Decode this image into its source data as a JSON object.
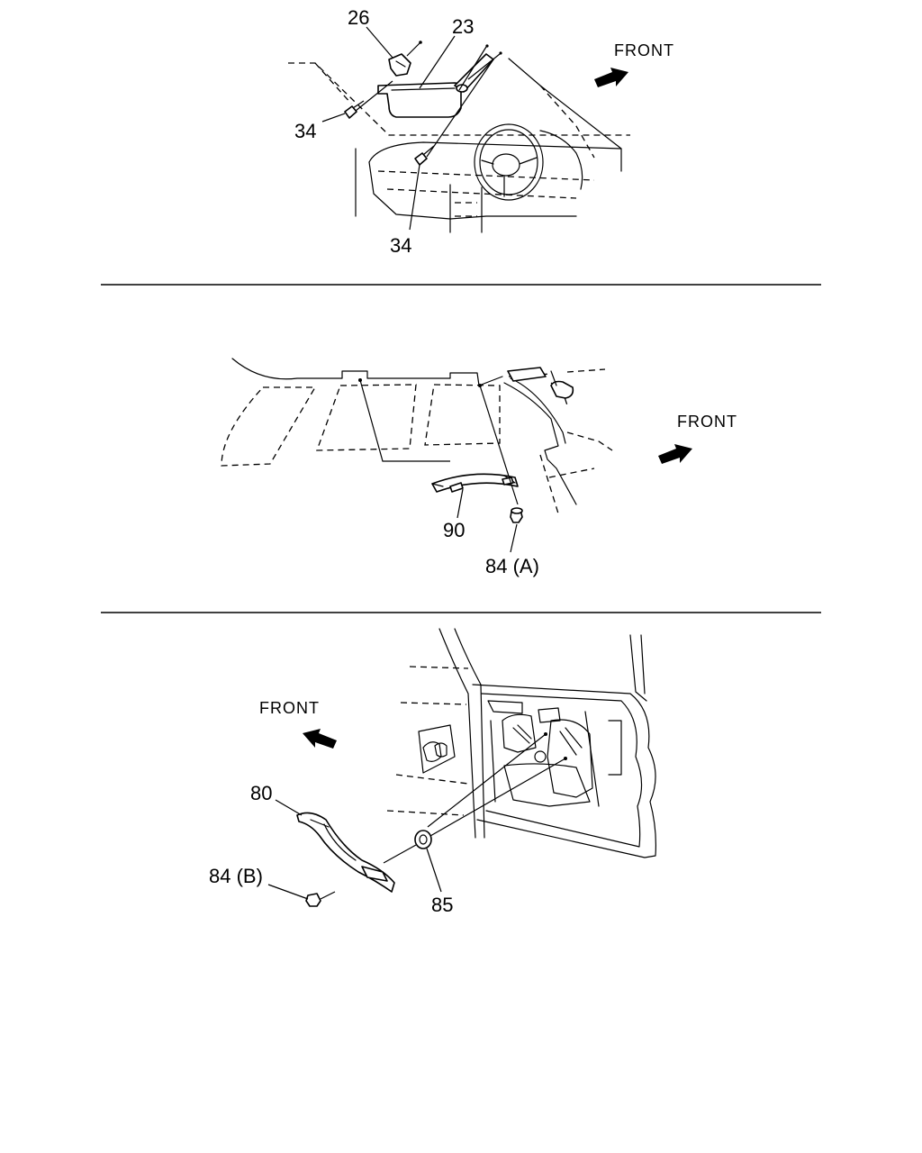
{
  "panels": [
    {
      "id": "sun-visor",
      "front_label": "FRONT",
      "callouts": {
        "visor": "23",
        "holder": "26",
        "screw_left": "34",
        "screw_bottom": "34"
      }
    },
    {
      "id": "assist-grip-rear",
      "front_label": "FRONT",
      "callouts": {
        "grip": "90",
        "screw": "84 (A)"
      }
    },
    {
      "id": "door-pull-handle",
      "front_label": "FRONT",
      "callouts": {
        "handle": "80",
        "screw": "84 (B)",
        "nut": "85"
      }
    }
  ],
  "icons": [
    "front-arrow-icon"
  ],
  "colors": {
    "ink": "#000000",
    "paper": "#ffffff"
  }
}
